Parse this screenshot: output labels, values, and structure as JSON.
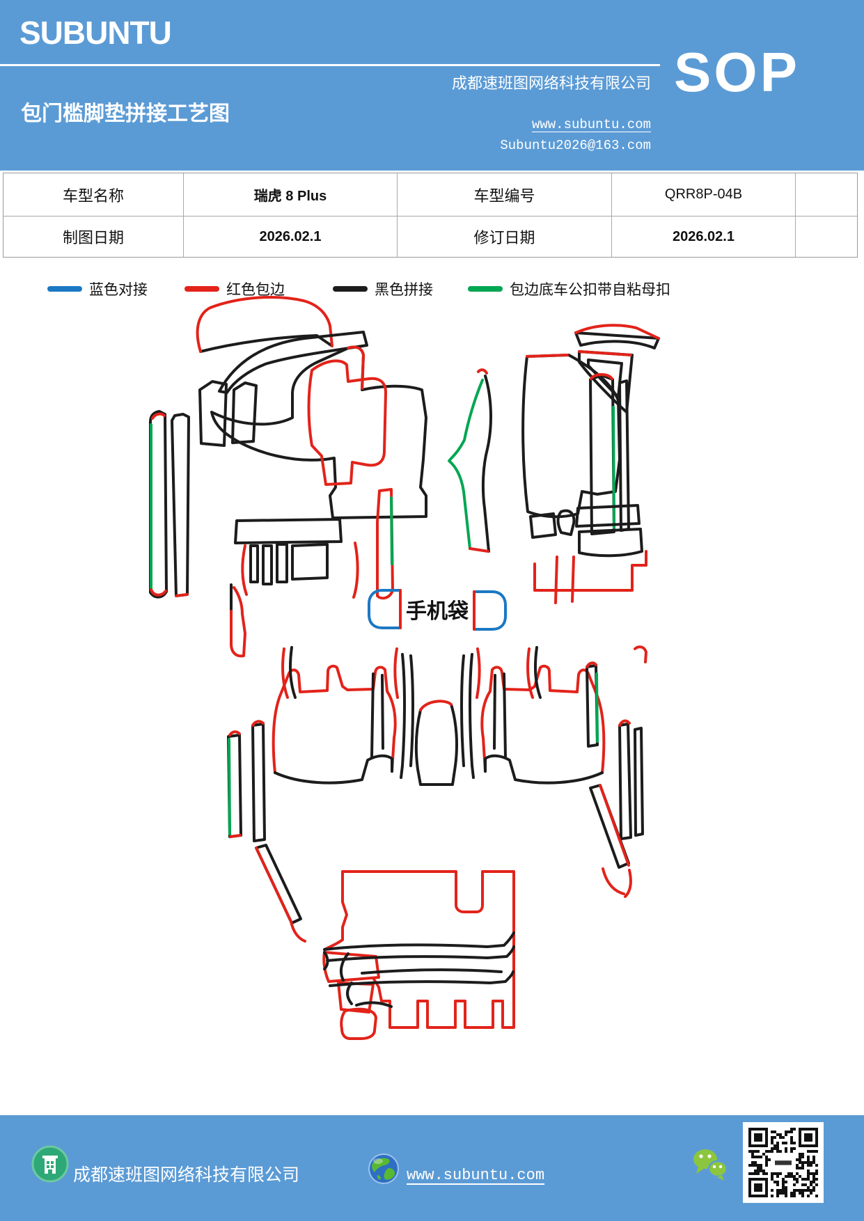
{
  "colors": {
    "banner_blue": "#5B9BD5",
    "stitch_blue": "#1b78c3",
    "stitch_red": "#e2231a",
    "stitch_black": "#1c1c1c",
    "stitch_green": "#00a651"
  },
  "header": {
    "logo": "SUBUNTU",
    "title": "包门槛脚垫拼接工艺图",
    "company": "成都速班图网络科技有限公司",
    "website": "www.subuntu.com",
    "email": "Subuntu2026@163.com",
    "sop": "SOP"
  },
  "info_table": {
    "rows": [
      {
        "label1": "车型名称",
        "value1": "瑞虎 8 Plus",
        "label2": "车型编号",
        "value2": "QRR8P-04B"
      },
      {
        "label1": "制图日期",
        "value1": "2026.02.1",
        "label2": "修订日期",
        "value2": "2026.02.1"
      }
    ]
  },
  "legend": {
    "items": [
      {
        "label": "蓝色对接",
        "color": "#1b78c3"
      },
      {
        "label": "红色包边",
        "color": "#e2231a"
      },
      {
        "label": "黑色拼接",
        "color": "#1c1c1c"
      },
      {
        "label": "包边底车公扣带自粘母扣",
        "color": "#00a651"
      }
    ]
  },
  "diagram": {
    "phone_pocket_label": "手机袋"
  },
  "footer": {
    "company": "成都速班图网络科技有限公司",
    "website": "www.subuntu.com"
  }
}
